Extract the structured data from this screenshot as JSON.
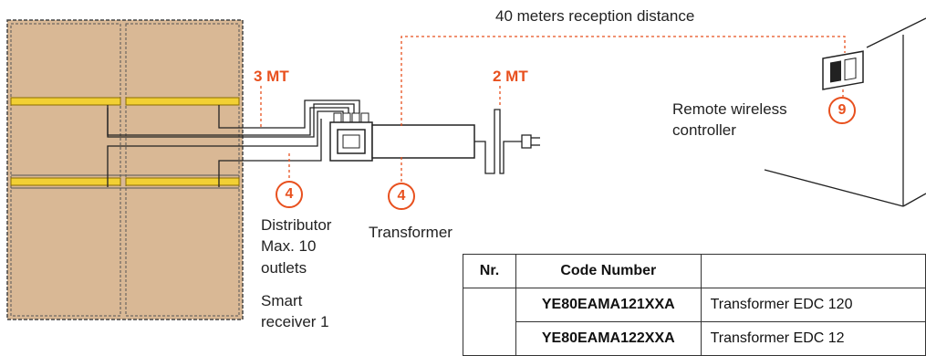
{
  "labels": {
    "reception_distance": "40 meters reception distance",
    "length_3mt": "3 MT",
    "length_2mt": "2 MT",
    "remote_wireless": "Remote wireless",
    "controller": "controller",
    "distributor": "Distributor",
    "max_10": "Max. 10",
    "outlets": "outlets",
    "transformer": "Transformer",
    "smart": "Smart",
    "receiver_1": "receiver 1"
  },
  "callouts": {
    "distributor_num": "4",
    "transformer_num": "4",
    "remote_num": "9"
  },
  "table": {
    "headers": [
      "Nr.",
      "Code Number",
      ""
    ],
    "rows": [
      {
        "nr": "",
        "code": "YE80EAMA121XXA",
        "desc": "Transformer EDC 120"
      },
      {
        "nr": "",
        "code": "YE80EAMA122XXA",
        "desc": "Transformer EDC 12"
      }
    ]
  },
  "colors": {
    "cabinet_fill": "#d9b895",
    "shelf_strip": "#f2d034",
    "accent_orange": "#e8501e"
  }
}
